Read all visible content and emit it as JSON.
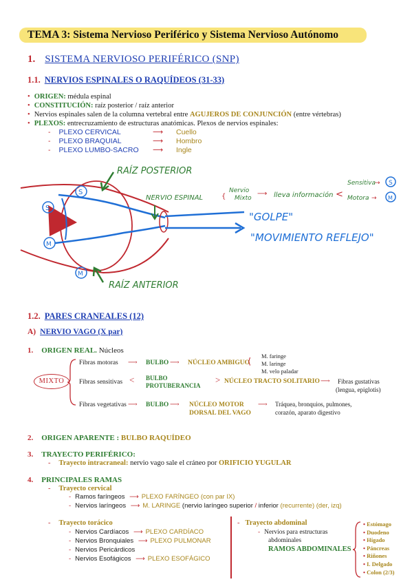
{
  "title": "TEMA 3:  Sistema Nervioso Periférico y Sistema Nervioso Autónomo",
  "section1": {
    "num": "1.",
    "label": "SISTEMA NERVIOSO PERIFÉRICO (SNP)"
  },
  "section11": {
    "num": "1.1.",
    "label": "NERVIOS ESPINALES O RAQUÍDEOS (31-33)"
  },
  "bullets": {
    "origen_label": "ORIGEN:",
    "origen_text": " médula espinal",
    "constitucion_label": "CONSTITUCIÓN:",
    "constitucion_text": " raíz posterior / raíz anterior",
    "nervios_text": "Nervios espinales salen de la columna vertebral entre ",
    "agujeros": "AGUJEROS DE CONJUNCIÓN",
    "entre": " (entre vértebras)",
    "plexos_label": "PLEXOS:",
    "plexos_text": " entrecruzamiento de estructuras anatómicas. Plexos de nervios espinales:"
  },
  "plexos": [
    {
      "name": "PLEXO CERVICAL",
      "target": "Cuello"
    },
    {
      "name": "PLEXO BRAQUIAL",
      "target": "Hombro"
    },
    {
      "name": "PLEXO LUMBO-SACRO",
      "target": "Ingle"
    }
  ],
  "diagram": {
    "raiz_posterior": "RAÍZ POSTERIOR",
    "raiz_anterior": "RAÍZ ANTERIOR",
    "nervio_espinal": "NERVIO ESPINAL",
    "nervio_mixto_1": "Nervio",
    "nervio_mixto_2": "Mixto",
    "lleva_info": "lleva información",
    "sensitiva": "Sensitiva",
    "motora": "Motora",
    "golpe": "\"GOLPE\"",
    "movimiento": "\"MOVIMIENTO REFLEJO\"",
    "s": "S",
    "m": "M"
  },
  "section12": {
    "num": "1.2.",
    "label": "PARES CRANEALES (12)"
  },
  "nervio_vago": {
    "letter": "A)",
    "label": "NERVIO VAGO (X par)"
  },
  "origen_real": {
    "num": "1.",
    "label": "ORIGEN REAL.",
    "text": " Núcleos"
  },
  "mixto": "MIXTO",
  "fibras": {
    "motoras": "Fibras motoras",
    "sensitivas": "Fibras sensitivas",
    "vegetativas": "Fibras vegetativas",
    "bulbo": "BULBO",
    "bulbo2": "BULBO",
    "protuberancia": "PROTUBERANCIA",
    "bulbo3": "BULBO",
    "nucleo_ambiguo": "NÚCLEO AMBIGUO",
    "nucleo_tracto": "NÚCLEO TRACTO SOLITARIO",
    "nucleo_motor_1": "NÚCLEO MOTOR",
    "nucleo_motor_2": "DORSAL DEL VAGO",
    "m_faringe": "M. faringe",
    "m_laringe": "M. laringe",
    "m_velo": "M. velo paladar",
    "fibras_gustativas": "Fibras gustativas",
    "lengua": "(lengua, epiglotis)",
    "traquea_1": "Tráquea, bronquios, pulmones,",
    "traquea_2": "corazón, aparato digestivo"
  },
  "origen_aparente": {
    "num": "2.",
    "label": "ORIGEN APARENTE :",
    "value": " BULBO RAQUÍDEO"
  },
  "trayecto": {
    "num": "3.",
    "label": "TRAYECTO PERIFÉRICO:",
    "sub_label": "Trayecto intracraneal:",
    "sub_text": " nervio vago sale el cráneo por ",
    "orificio": "ORIFICIO YUGULAR"
  },
  "ramas": {
    "num": "4.",
    "label": "PRINCIPALES RAMAS",
    "cervical": "Trayecto cervical",
    "ramos_far": "Ramos faríngeos",
    "plexo_far": "PLEXO FARÍNGEO",
    "plexo_far_extra": " (con par IX)",
    "nerv_lar": "Nervios laríngeos",
    "m_laringe": "M. LARINGE",
    "lar_extra1": " (nervio laríngeo superior ",
    "slash": "/",
    "lar_extra2": " inferior ",
    "recurrente": "(recurrente)",
    "lar_extra3": " (der, izq)",
    "toracico": "Trayecto torácico",
    "cardiacos": "Nervios Cardíacos",
    "plexo_cardiaco": "PLEXO CARDÍACO",
    "bronquiales": "Nervios Bronquiales",
    "plexo_pulmonar": "PLEXO PULMONAR",
    "pericardicos": "Nervios Pericárdicos",
    "esofagicos": "Nervios Esofágicos",
    "plexo_esofagico": "PLEXO ESOFÁGICO",
    "abdominal": "Trayecto abdominal",
    "abd_text1": "Nervios para estructuras",
    "abd_text2": "abdominales",
    "ramos_abd": "RAMOS ABDOMINALES",
    "organs": [
      "Estómago",
      "Duodeno",
      "Hígado",
      "Páncreas",
      "Riñones",
      "I. Delgado",
      "Colon (2/3)"
    ]
  },
  "colors": {
    "red": "#c0282f",
    "blue": "#1f3fb3",
    "green": "#2f7d32",
    "gold": "#a8861c",
    "highlight": "#f8e47a"
  }
}
